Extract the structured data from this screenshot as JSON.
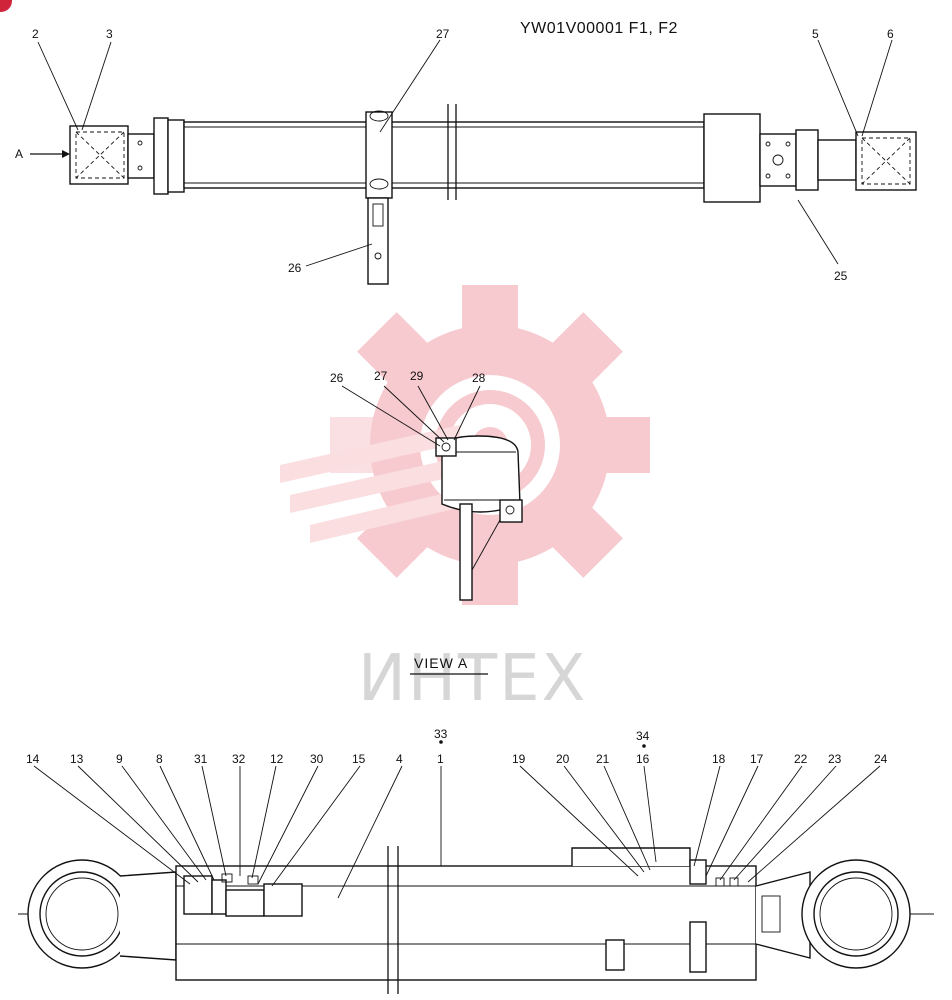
{
  "drawing": {
    "title": "YW01V00001 F1, F2",
    "view_label": "VIEW A",
    "arrow_label": "A",
    "watermark_text": "ИНТЕХ",
    "watermark_color": "#f0a0a8",
    "badge_color": "#d0243a"
  },
  "top_view_labels": [
    "2",
    "3",
    "27",
    "5",
    "6",
    "26",
    "25"
  ],
  "view_a_labels": [
    "26",
    "27",
    "29",
    "28"
  ],
  "section_labels": [
    "14",
    "13",
    "9",
    "8",
    "31",
    "32",
    "12",
    "30",
    "15",
    "4",
    "33",
    "1",
    "34",
    "16",
    "19",
    "20",
    "21",
    "18",
    "17",
    "22",
    "23",
    "24"
  ]
}
